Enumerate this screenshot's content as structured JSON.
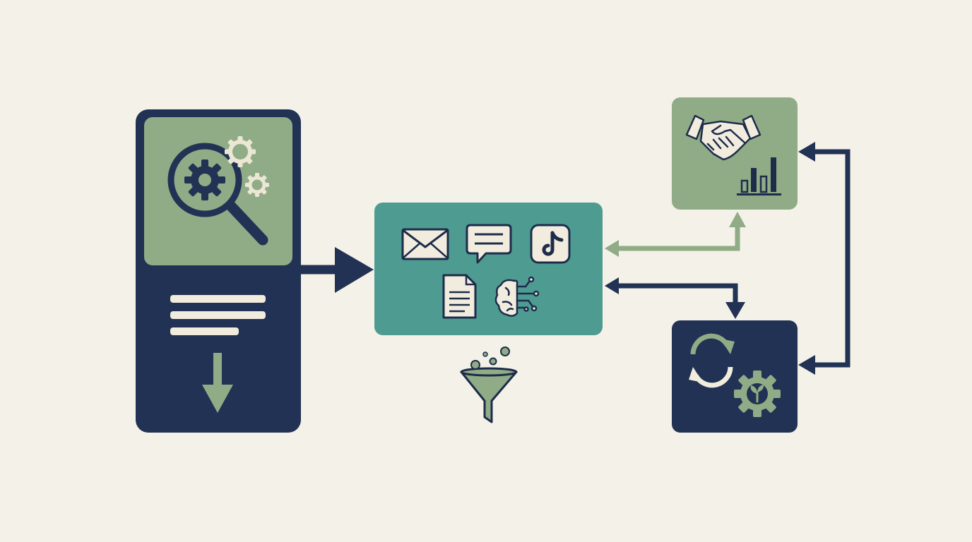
{
  "colors": {
    "background": "#f4f1e8",
    "navy": "#213254",
    "sage": "#8fac86",
    "teal": "#4e9b92",
    "cream": "#f1ecde",
    "ink": "#1e2c4a",
    "gear_light": "#ece6d4"
  },
  "nodes": [
    {
      "id": "research-process",
      "icons": [
        "magnifier-gear-icon",
        "gears-icon",
        "text-lines-icon",
        "arrow-down-icon"
      ]
    },
    {
      "id": "content-channels",
      "icons": [
        "envelope-icon",
        "chat-bubble-icon",
        "tiktok-icon",
        "document-icon",
        "ai-brain-icon"
      ]
    },
    {
      "id": "partnership-results",
      "icons": [
        "handshake-icon",
        "bar-chart-icon"
      ]
    },
    {
      "id": "sustainable-cycle",
      "icons": [
        "refresh-cycle-icon",
        "eco-gear-icon"
      ]
    }
  ],
  "extras": [
    "funnel-icon"
  ],
  "connectors": [
    {
      "from": "research-process",
      "to": "content-channels",
      "style": "navy"
    },
    {
      "from": "content-channels",
      "to": "partnership-results",
      "style": "sage",
      "bidirectional": false
    },
    {
      "from": "content-channels",
      "to": "sustainable-cycle",
      "style": "navy",
      "bidirectional": true
    },
    {
      "from": "sustainable-cycle",
      "to": "partnership-results",
      "style": "navy",
      "bidirectional": true
    }
  ]
}
